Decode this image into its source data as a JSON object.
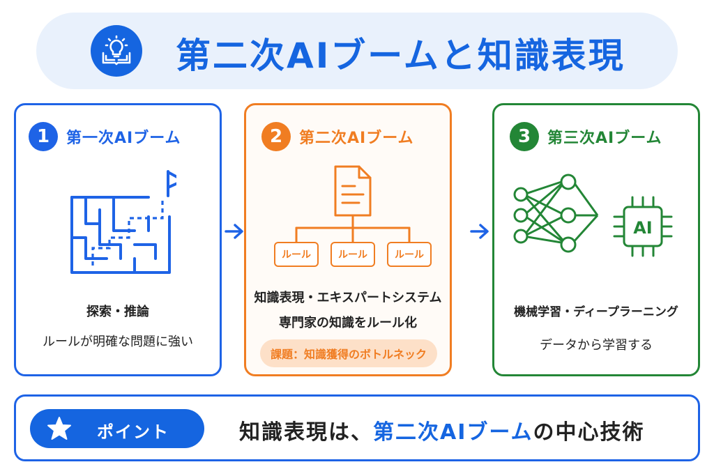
{
  "header": {
    "title": "第二次AIブームと知識表現",
    "icon": "lightbulb-book-icon"
  },
  "cards": [
    {
      "number": "1",
      "title": "第一次AIブーム",
      "icon": "maze-flag-icon",
      "lines": [
        "探索・推論",
        "ルールが明確な問題に強い"
      ],
      "color": "#1e63e6"
    },
    {
      "number": "2",
      "title": "第二次AIブーム",
      "icon": "document-rule-tree-icon",
      "rules": [
        "ルール",
        "ルール",
        "ルール"
      ],
      "lines": [
        "知識表現・エキスパートシステム",
        "専門家の知識をルール化"
      ],
      "issue": "課題：知識獲得のボトルネック",
      "color": "#f07d22"
    },
    {
      "number": "3",
      "title": "第三次AIブーム",
      "icon": "neural-network-chip-icon",
      "chip_label": "AI",
      "lines": [
        "機械学習・ディープラーニング",
        "データから学習する"
      ],
      "color": "#238636"
    }
  ],
  "point": {
    "label": "ポイント",
    "summary_pre": "知識表現は、",
    "summary_hl": "第二次AIブーム",
    "summary_post": "の中心技術",
    "icon": "star-icon"
  }
}
